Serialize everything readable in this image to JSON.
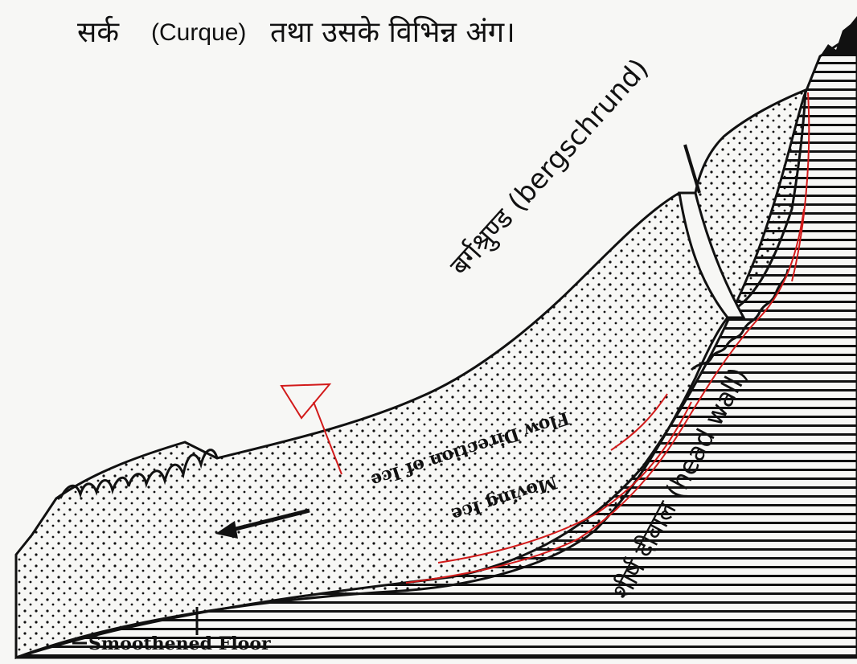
{
  "title": {
    "hindi": "सर्क",
    "english": "(Curque)",
    "rest": "तथा उसके विभिन्न अंग।"
  },
  "labels": {
    "bergschrund": "बर्गश्रुण्ड (bergschrund)",
    "head_wall": "शीर्ष दीवाल (head wall)",
    "flow_direction": "Flow Direction of Ice",
    "moving_ice": "Moving Ice",
    "smoothened_floor": "Smoothened Floor"
  },
  "colors": {
    "ink": "#111111",
    "paper": "#f7f7f5",
    "annotation": "#d21a1a"
  }
}
